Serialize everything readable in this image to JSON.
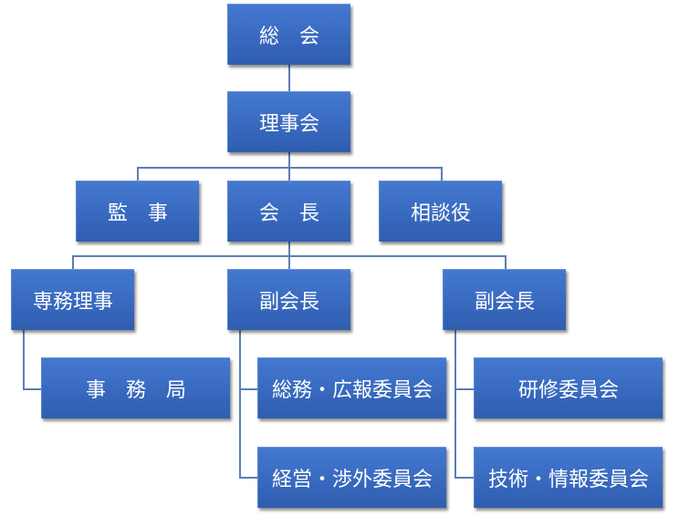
{
  "nodes": {
    "general_assembly": "総　会",
    "board": "理事会",
    "auditor": "監　事",
    "president": "会　長",
    "advisor": "相談役",
    "executive_director": "専務理事",
    "vice_president_left": "副会長",
    "vice_president_right": "副会長",
    "secretariat": "事　務　局",
    "general_pr_committee": "総務・広報委員会",
    "management_external_committee": "経営・渉外委員会",
    "training_committee": "研修委員会",
    "technology_info_committee": "技術・情報委員会"
  },
  "colors": {
    "box": "#3a6cc2",
    "line": "#5d7db5",
    "text": "#ffffff"
  }
}
